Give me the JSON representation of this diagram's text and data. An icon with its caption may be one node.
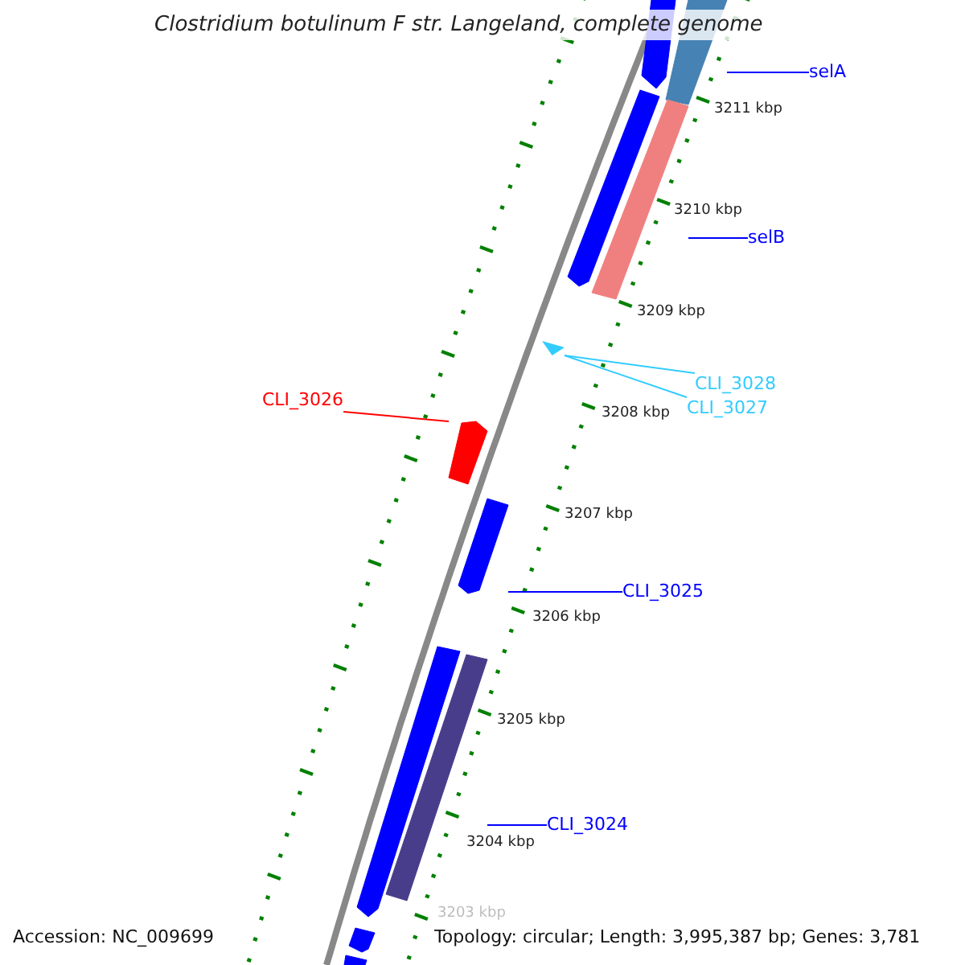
{
  "diagram": {
    "title": "Clostridium botulinum F str. Langeland, complete genome",
    "nodes": [
      {
        "text": [],
        "shape": "bar"
      },
      {
        "text": [],
        "shape": "bar"
      },
      {
        "text": [
          "selA"
        ]
      },
      {
        "text": [],
        "shape": "bar"
      },
      {
        "text": [],
        "shape": "bar"
      },
      {
        "text": [
          "selB"
        ]
      },
      {
        "text": [],
        "shape": "triangle"
      },
      {
        "text": [
          "CLI_3028"
        ]
      },
      {
        "text": [
          "CLI_3027"
        ]
      },
      {
        "text": [
          "CLI_3026"
        ]
      },
      {
        "text": [],
        "shape": "bar"
      },
      {
        "text": [],
        "shape": "bar"
      },
      {
        "text": [
          "CLI_3025"
        ]
      },
      {
        "text": [],
        "shape": "bar"
      },
      {
        "text": [],
        "shape": "bar"
      },
      {
        "text": [
          "CLI_3024"
        ]
      },
      {
        "text": [],
        "shape": "bar"
      },
      {
        "text": [],
        "shape": "bar"
      }
    ],
    "edges": [
      {
        "from": 2,
        "to": 1,
        "arrow": "none"
      },
      {
        "from": 5,
        "to": 4,
        "arrow": "none"
      },
      {
        "from": 7,
        "to": 6,
        "arrow": "none",
        "color": "#33ccff"
      },
      {
        "from": 8,
        "to": 6,
        "arrow": "none",
        "color": "#33ccff"
      },
      {
        "from": 9,
        "to": 10,
        "arrow": "none",
        "color": "#ff0000"
      },
      {
        "from": 12,
        "to": 11,
        "arrow": "none"
      },
      {
        "from": 15,
        "to": 14,
        "arrow": "none"
      }
    ],
    "labels": [
      "3211 kbp",
      "3210 kbp",
      "3209 kbp",
      "3208 kbp",
      "3207 kbp",
      "3206 kbp",
      "3205 kbp",
      "3204 kbp",
      "3203 kbp",
      "Accession: NC_009699",
      "Topology: circular; Length: 3,995,387 bp; Genes: 3,781"
    ]
  }
}
